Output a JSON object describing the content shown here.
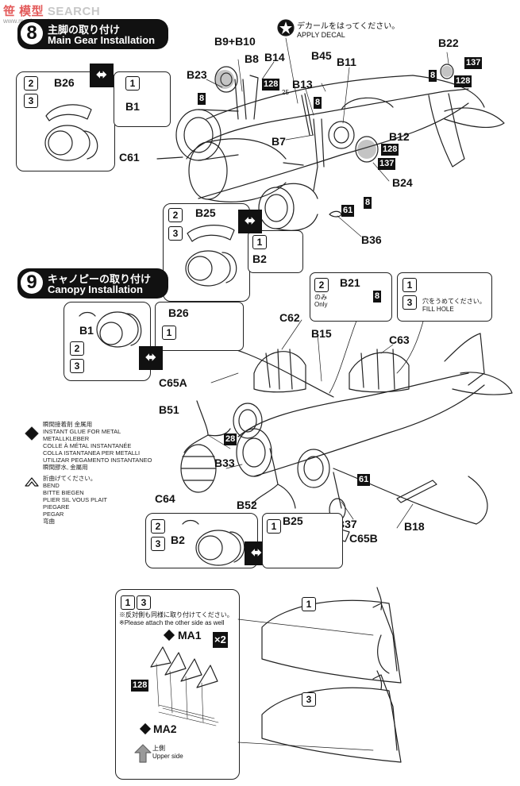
{
  "watermark": {
    "brand": "笹 模型",
    "site": "SEARCH",
    "url": "www.moxing.net"
  },
  "decal_note": {
    "jp": "デカールをはってください。",
    "en": "APPLY DECAL"
  },
  "step8": {
    "num": "8",
    "title_jp": "主脚の取り付け",
    "title_en": "Main Gear Installation"
  },
  "step9": {
    "num": "9",
    "title_jp": "キャノピーの取り付け",
    "title_en": "Canopy Installation"
  },
  "parts8": {
    "b9b10": "B9+B10",
    "b8": "B8",
    "b14": "B14",
    "b45": "B45",
    "b11": "B11",
    "b22": "B22",
    "b23": "B23",
    "b13": "B13",
    "b12": "B12",
    "b7": "B7",
    "b24": "B24",
    "c61": "C61",
    "b26": "B26",
    "b1": "B1",
    "b25": "B25",
    "b2": "B2",
    "b36": "B36",
    "n25": "25"
  },
  "parts9": {
    "b21": "B21",
    "only": "Only",
    "b26": "B26",
    "b1": "B1",
    "c62": "C62",
    "b15": "B15",
    "c63": "C63",
    "c65a": "C65A",
    "b51": "B51",
    "b33": "B33",
    "c64": "C64",
    "b52": "B52",
    "b25": "B25",
    "b2": "B2",
    "b37": "B37",
    "c65b": "C65B",
    "b18": "B18",
    "only_jp": "のみ"
  },
  "codes": {
    "c128": "128",
    "c137": "137",
    "c8": "8",
    "c61": "61",
    "c28": "28",
    "x2": "×2"
  },
  "fill_hole": {
    "jp": "穴をうめてください。",
    "en": "FILL HOLE"
  },
  "glue_legend": [
    "瞬間接着剤 金属用",
    "INSTANT GLUE FOR METAL",
    "METALLKLEBER",
    "COLLE À MÉTAL INSTANTANÉE",
    "COLLA ISTANTANEA PER METALLI",
    "UTILIZAR PEGAMENTO INSTANTANEO",
    "瞬間膠水, 金屬用"
  ],
  "bend_legend": [
    "折曲げてください。",
    "BEND",
    "BITTE BIEGEN",
    "PLIER SIL VOUS PLAIT",
    "PIEGARE",
    "PEGAR",
    "弯曲"
  ],
  "bottom_note": {
    "jp": "※反対側も同様に取り付けてください。",
    "en": "※Please attach the other side as well"
  },
  "ma": {
    "ma1": "MA1",
    "ma2": "MA2",
    "upper_jp": "上側",
    "upper_en": "Upper side"
  },
  "nums": {
    "n1": "1",
    "n2": "2",
    "n3": "3"
  }
}
